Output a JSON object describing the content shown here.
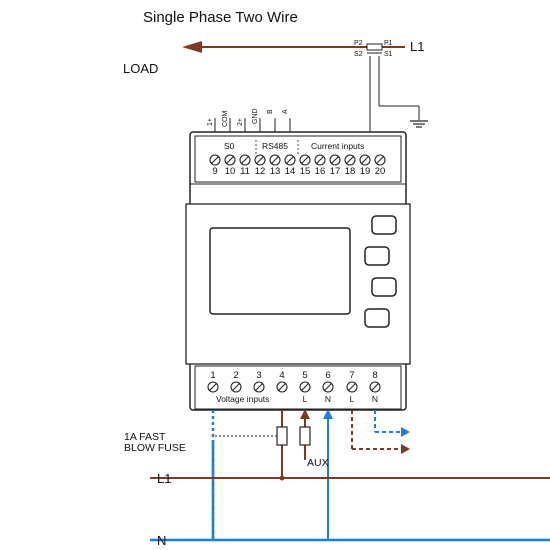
{
  "title": "Single Phase Two Wire",
  "labels": {
    "load": "LOAD",
    "l1_top": "L1",
    "l1": "L1",
    "n": "N",
    "aux": "AUX",
    "fuse_line1": "1A FAST",
    "fuse_line2": "BLOW FUSE",
    "ct_p2": "P2",
    "ct_p1": "P1",
    "ct_s2": "S2",
    "ct_s1": "S1"
  },
  "top_block": {
    "group_s0": "S0",
    "group_rs485": "RS485",
    "group_current": "Current inputs",
    "wire_labels": [
      "1+",
      "COM",
      "2+",
      "GND",
      "B",
      "A"
    ],
    "terminals": [
      "9",
      "10",
      "11",
      "12",
      "13",
      "14",
      "15",
      "16",
      "17",
      "18",
      "19",
      "20"
    ]
  },
  "bottom_block": {
    "terminals": [
      "1",
      "2",
      "3",
      "4",
      "5",
      "6",
      "7",
      "8"
    ],
    "group_voltage": "Voltage inputs",
    "sub_labels": [
      "L",
      "N",
      "L",
      "N"
    ]
  },
  "colors": {
    "live": "#7a3b22",
    "neutral": "#1e7fd8",
    "outline": "#222222"
  }
}
